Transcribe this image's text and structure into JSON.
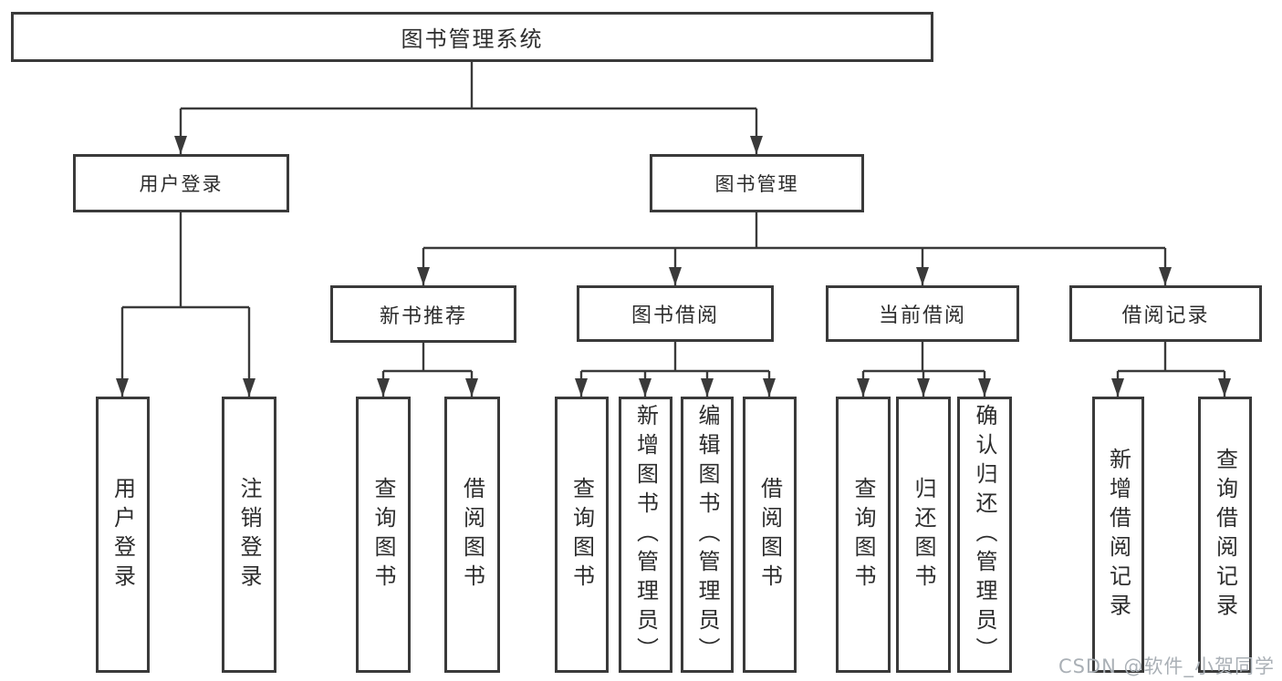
{
  "title": "图书管理系统",
  "nodes": {
    "root": "图书管理系统",
    "user_login": "用户登录",
    "book_management": "图书管理",
    "new_book_recommend": "新书推荐",
    "book_borrowing": "图书借阅",
    "current_borrowing": "当前借阅",
    "borrowing_records": "借阅记录",
    "leaf_user_login": "用户登录",
    "leaf_logout": "注销登录",
    "leaf_nbr_query_books": "查询图书",
    "leaf_nbr_borrow_books": "借阅图书",
    "leaf_bb_query_books": "查询图书",
    "leaf_bb_add_books": "新增图书（管理员）",
    "leaf_bb_edit_books": "编辑图书（管理员）",
    "leaf_bb_borrow_books": "借阅图书",
    "leaf_cb_query_books": "查询图书",
    "leaf_cb_return_books": "归还图书",
    "leaf_cb_confirm_return": "确认归还（管理员）",
    "leaf_br_add_record": "新增借阅记录",
    "leaf_br_query_record": "查询借阅记录"
  },
  "hierarchy": {
    "图书管理系统": {
      "用户登录": [
        "用户登录",
        "注销登录"
      ],
      "图书管理": {
        "新书推荐": [
          "查询图书",
          "借阅图书"
        ],
        "图书借阅": [
          "查询图书",
          "新增图书（管理员）",
          "编辑图书（管理员）",
          "借阅图书"
        ],
        "当前借阅": [
          "查询图书",
          "归还图书",
          "确认归还（管理员）"
        ],
        "借阅记录": [
          "新增借阅记录",
          "查询借阅记录"
        ]
      }
    }
  },
  "watermark": "CSDN @软件_小贺同学",
  "colors": {
    "line": "#3a3a3a",
    "text": "#2d2d2d",
    "watermark": "#aab0b6",
    "background": "#ffffff"
  }
}
